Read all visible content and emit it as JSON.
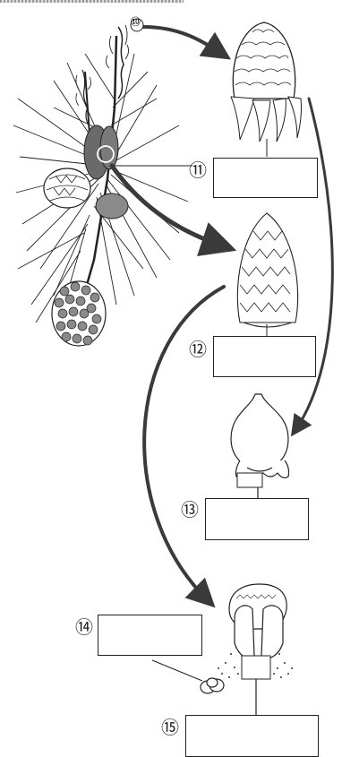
{
  "labels": {
    "l11": "⑪",
    "l12": "⑫",
    "l13": "⑬",
    "l14": "⑭",
    "l15": "⑮",
    "pointer": "⑩"
  },
  "colors": {
    "line": "#222222",
    "arrow": "#3a3a3a",
    "cone_shade": "#6a6a6a"
  }
}
